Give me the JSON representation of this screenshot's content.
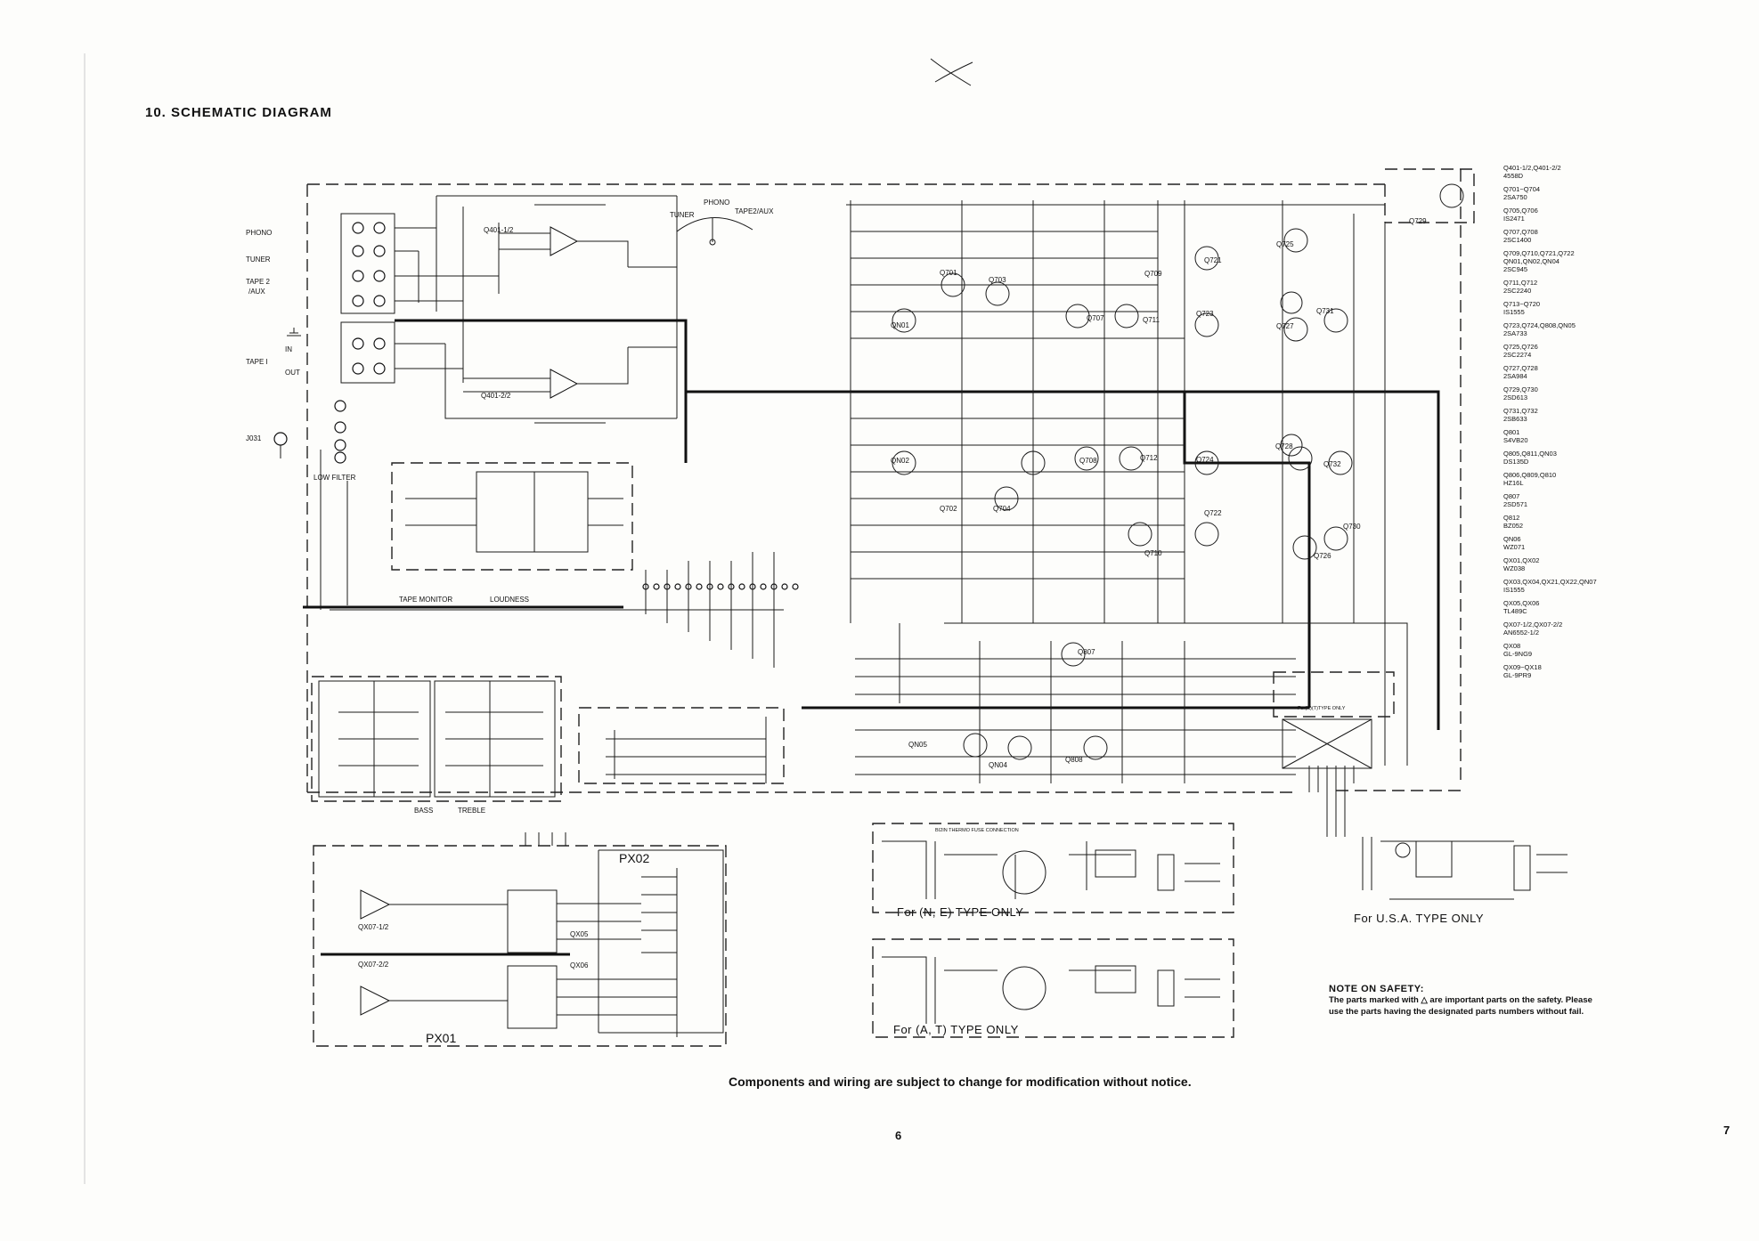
{
  "heading": "10. SCHEMATIC DIAGRAM",
  "footer_note": "Components and wiring are subject to change for modification without notice.",
  "page_left": "6",
  "page_right": "7",
  "inputs": {
    "phono": "PHONO",
    "tuner": "TUNER",
    "tape2": "TAPE 2",
    "aux": "/AUX",
    "in": "IN",
    "tape1": "TAPE I",
    "out": "OUT",
    "jack": "J031",
    "low_filter": "LOW FILTER"
  },
  "selector": {
    "phono": "PHONO",
    "tuner": "TUNER",
    "tape2aux": "TAPE2/AUX"
  },
  "blocks": {
    "q401_1": "Q401-1/2",
    "q401_2": "Q401-2/2",
    "tape_monitor": "TAPE MONITOR",
    "loudness": "LOUDNESS",
    "bass": "BASS",
    "treble": "TREBLE",
    "px01": "PX01",
    "px02": "PX02",
    "qx07_1": "QX07-1/2",
    "qx07_2": "QX07-2/2",
    "qx05": "QX05",
    "qx06": "QX06"
  },
  "transistors": {
    "q701": "Q701",
    "q702": "Q702",
    "q703": "Q703",
    "q704": "Q704",
    "q707": "Q707",
    "q708": "Q708",
    "q709": "Q709",
    "q710": "Q710",
    "q711": "Q711",
    "q712": "Q712",
    "q721": "Q721",
    "q722": "Q722",
    "q723": "Q723",
    "q724": "Q724",
    "q725": "Q725",
    "q726": "Q726",
    "q727": "Q727",
    "q728": "Q728",
    "q729": "Q729",
    "q730": "Q730",
    "q731": "Q731",
    "q732": "Q732",
    "qn01": "QN01",
    "qn02": "QN02",
    "qn04": "QN04",
    "qn05": "QN05",
    "q807": "Q807",
    "q808": "Q808"
  },
  "labels": {
    "thermo": "BI2IN THERMO FUSE CONNECTION",
    "for_ne": "For (N, E) TYPE ONLY",
    "for_at": "For (A, T) TYPE ONLY",
    "for_usa": "For U.S.A. TYPE ONLY",
    "ne_only": "For(N)(T)TYPE ONLY"
  },
  "parts_list": [
    [
      "Q401-1/2,Q401-2/2",
      "4558D"
    ],
    [
      "Q701~Q704",
      "2SA750"
    ],
    [
      "Q705,Q706",
      "IS2471"
    ],
    [
      "Q707,Q708",
      "2SC1400"
    ],
    [
      "Q709,Q710,Q721,Q722",
      "QN01,QN02,QN04",
      "2SC945"
    ],
    [
      "Q711,Q712",
      "2SC2240"
    ],
    [
      "Q713~Q720",
      "IS1555"
    ],
    [
      "Q723,Q724,Q808,QN05",
      "2SA733"
    ],
    [
      "Q725,Q726",
      "2SC2274"
    ],
    [
      "Q727,Q728",
      "2SA984"
    ],
    [
      "Q729,Q730",
      "2SD613"
    ],
    [
      "Q731,Q732",
      "2SB633"
    ],
    [
      "Q801",
      "S4VB20"
    ],
    [
      "Q805,Q811,QN03",
      "DS135D"
    ],
    [
      "Q806,Q809,Q810",
      "HZ16L"
    ],
    [
      "Q807",
      "2SD571"
    ],
    [
      "Q812",
      "BZ052"
    ],
    [
      "QN06",
      "WZ071"
    ],
    [
      "QX01,QX02",
      "WZ038"
    ],
    [
      "QX03,QX04,QX21,QX22,QN07",
      "IS1555"
    ],
    [
      "QX05,QX06",
      "TL489C"
    ],
    [
      "QX07-1/2,QX07-2/2",
      "AN6552-1/2"
    ],
    [
      "QX08",
      "GL-9NG9"
    ],
    [
      "QX09~QX18",
      "GL-9PR9"
    ]
  ],
  "safety": {
    "title": "NOTE ON SAFETY:",
    "body": "The parts marked with △ are important parts on the safety. Please use the parts having the designated parts numbers without fail."
  }
}
